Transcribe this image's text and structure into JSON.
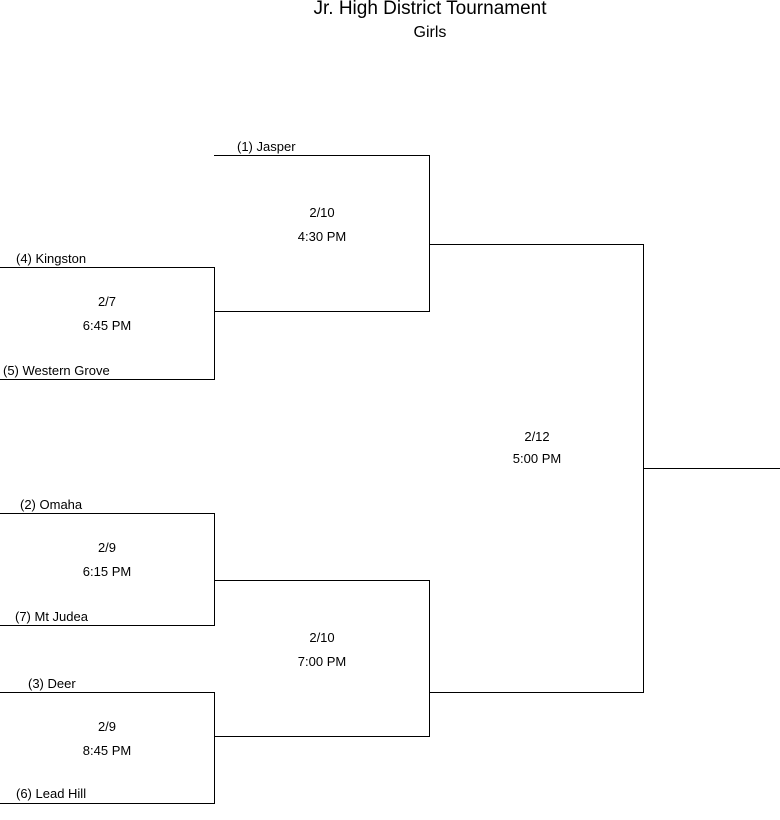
{
  "header": {
    "title": "Jr. High District Tournament",
    "subtitle": "Girls"
  },
  "teams": {
    "jasper": "(1) Jasper",
    "kingston": "(4) Kingston",
    "western_grove": "(5) Western Grove",
    "omaha": "(2) Omaha",
    "mt_judea": "(7) Mt Judea",
    "deer": "(3) Deer",
    "lead_hill": "(6) Lead Hill"
  },
  "games": {
    "r1_kingston_western": {
      "date": "2/7",
      "time": "6:45 PM"
    },
    "r1_omaha_judea": {
      "date": "2/9",
      "time": "6:15 PM"
    },
    "r1_deer_leadhill": {
      "date": "2/9",
      "time": "8:45 PM"
    },
    "semi_top": {
      "date": "2/10",
      "time": "4:30 PM"
    },
    "semi_bottom": {
      "date": "2/10",
      "time": "7:00 PM"
    },
    "final": {
      "date": "2/12",
      "time": "5:00 PM"
    }
  }
}
